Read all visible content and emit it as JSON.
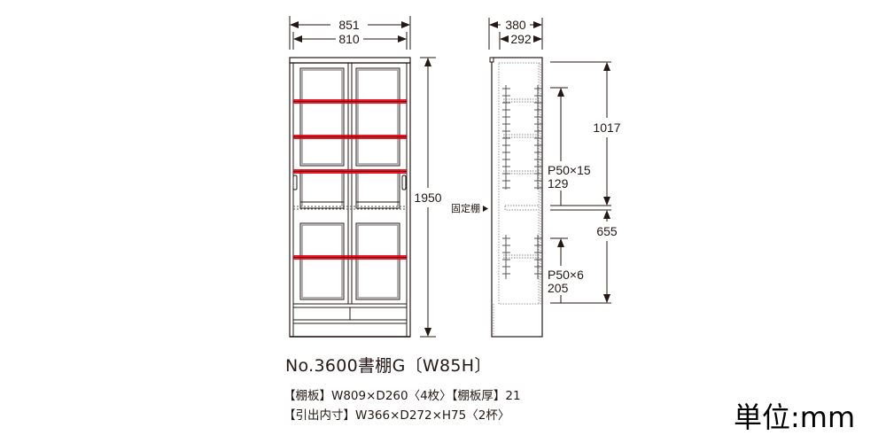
{
  "product": {
    "title": "No.3600書棚G〔W85H〕",
    "specs": [
      "【棚板】W809×D260〈4枚〉【棚板厚】21",
      "【引出内寸】W366×D272×H75〈2杯〉"
    ],
    "unit_label": "単位:mm"
  },
  "front_view": {
    "dimensions": {
      "outer_width": "851",
      "inner_width": "810",
      "height": "1950"
    },
    "glass_doors": 2,
    "drawers": 2,
    "adjustable_shelves_highlighted": 4,
    "highlight_color": "#e60012"
  },
  "side_view": {
    "dimensions": {
      "outer_depth": "380",
      "inner_depth": "292",
      "upper_section_height": "1017",
      "lower_section_height": "655",
      "upper_pitch": "P50×15",
      "upper_pitch_range": "129",
      "lower_pitch": "P50×6",
      "lower_pitch_range": "205"
    },
    "fixed_shelf_label": "固定棚"
  },
  "colors": {
    "line": "#231815",
    "grey_line": "#8c8c8c",
    "shelf_red": "#e60012"
  }
}
